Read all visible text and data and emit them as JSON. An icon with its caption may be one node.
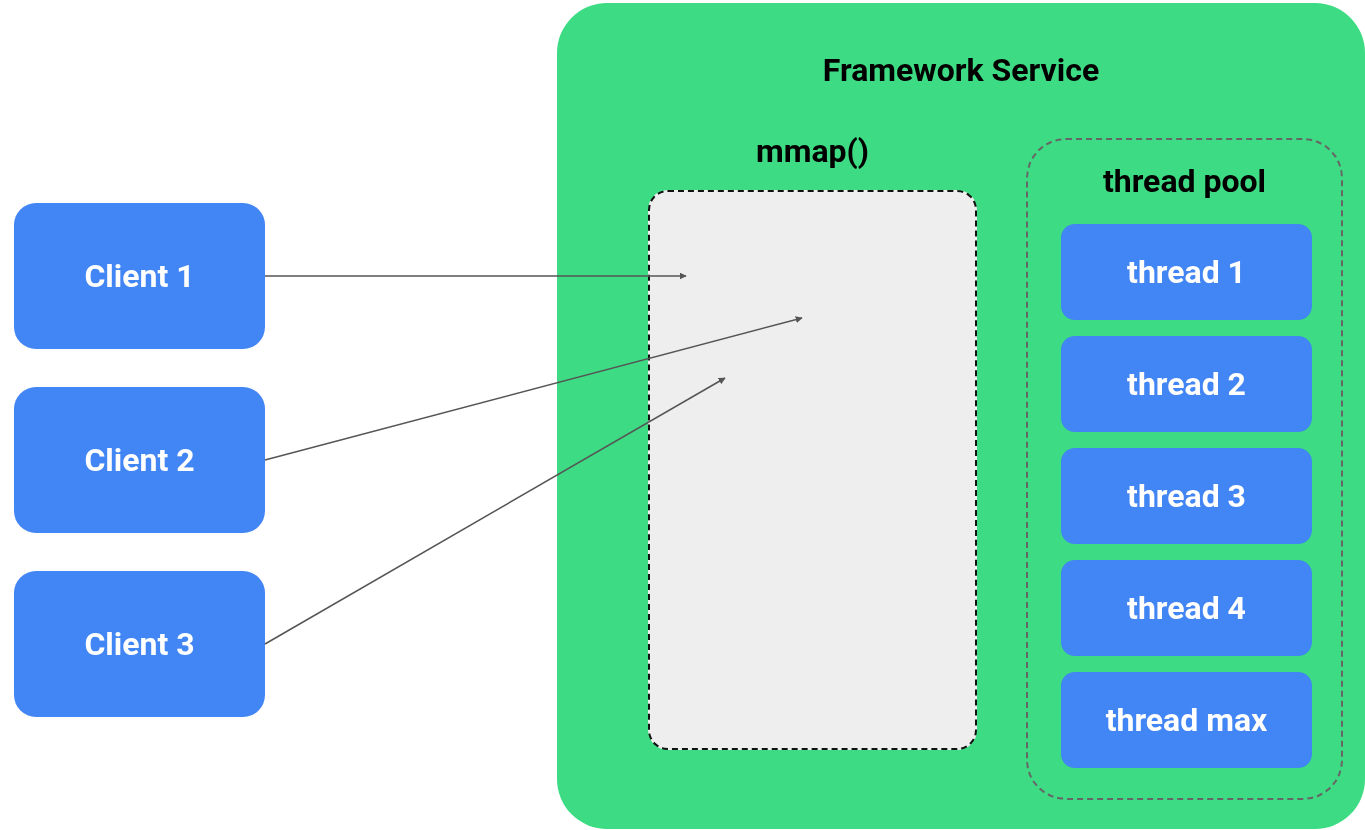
{
  "diagram": {
    "nodes": [
      {
        "text": [
          "Framework Service"
        ]
      },
      {
        "text": [
          "mmap()"
        ],
        "in": 0
      },
      {
        "text": [
          "thread pool"
        ],
        "in": 0
      },
      {
        "text": [
          "thread 1"
        ],
        "in": 2
      },
      {
        "text": [
          "thread 2"
        ],
        "in": 2
      },
      {
        "text": [
          "thread 3"
        ],
        "in": 2
      },
      {
        "text": [
          "thread 4"
        ],
        "in": 2
      },
      {
        "text": [
          "thread max"
        ],
        "in": 2
      },
      {
        "text": [
          "Client 1"
        ]
      },
      {
        "text": [
          "Client 2"
        ]
      },
      {
        "text": [
          "Client 3"
        ]
      }
    ],
    "edges": [
      {
        "from": 8,
        "to": 1,
        "arrow": "to"
      },
      {
        "from": 9,
        "to": 1,
        "arrow": "to"
      },
      {
        "from": 10,
        "to": 1,
        "arrow": "to"
      }
    ]
  }
}
